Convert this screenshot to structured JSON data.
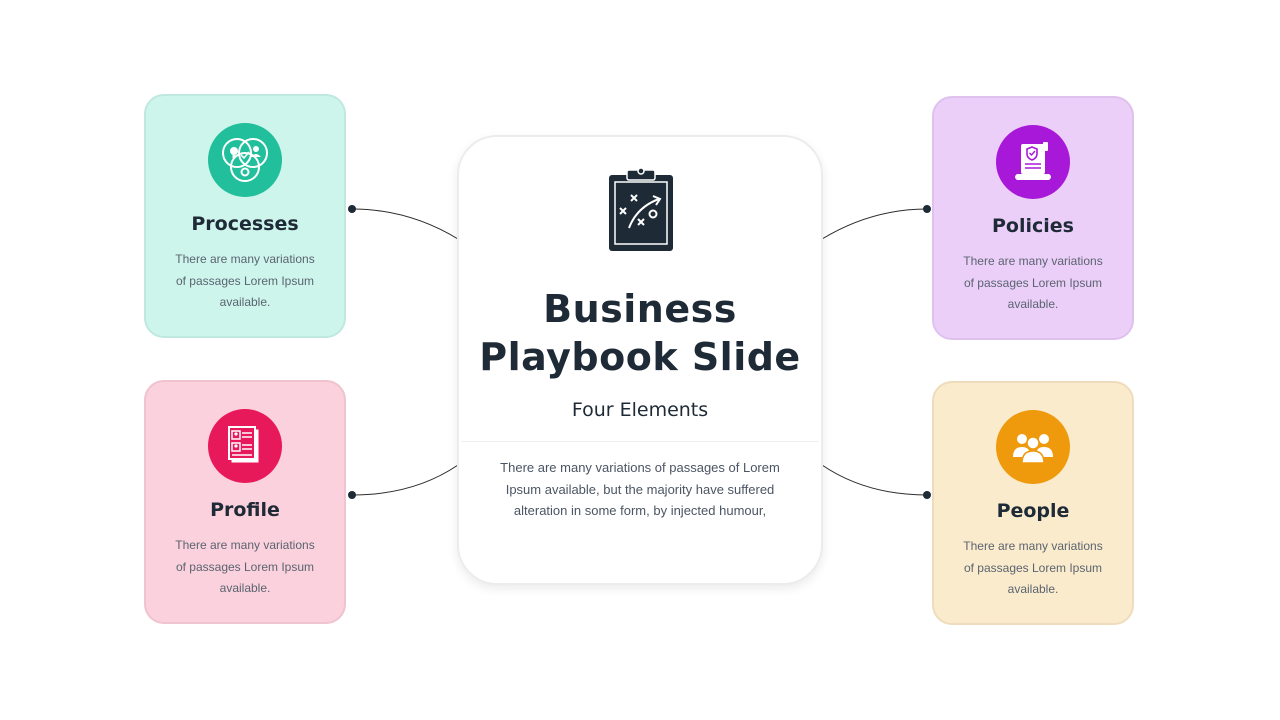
{
  "center": {
    "icon": "clipboard-playbook-icon",
    "title_line1": "Business",
    "title_line2": "Playbook Slide",
    "subtitle": "Four Elements",
    "description": "There are many variations of passages of Lorem Ipsum available, but the majority have suffered alteration in some form, by injected humour,"
  },
  "cards": {
    "processes": {
      "title": "Processes",
      "text": "There are many variations of passages Lorem Ipsum available.",
      "icon": "venn-ideas-icon",
      "color": "#21bf9b",
      "background": "#cdf5ec"
    },
    "profile": {
      "title": "Profile",
      "text": "There are many variations of passages Lorem Ipsum available.",
      "icon": "profile-documents-icon",
      "color": "#e8195a",
      "background": "#fad1dc"
    },
    "policies": {
      "title": "Policies",
      "text": "There are many variations of passages Lorem Ipsum available.",
      "icon": "policy-scroll-icon",
      "color": "#a818d8",
      "background": "#ebcff8"
    },
    "people": {
      "title": "People",
      "text": "There are many variations of passages Lorem Ipsum available.",
      "icon": "people-group-icon",
      "color": "#ef9a0d",
      "background": "#fbebcd"
    }
  }
}
